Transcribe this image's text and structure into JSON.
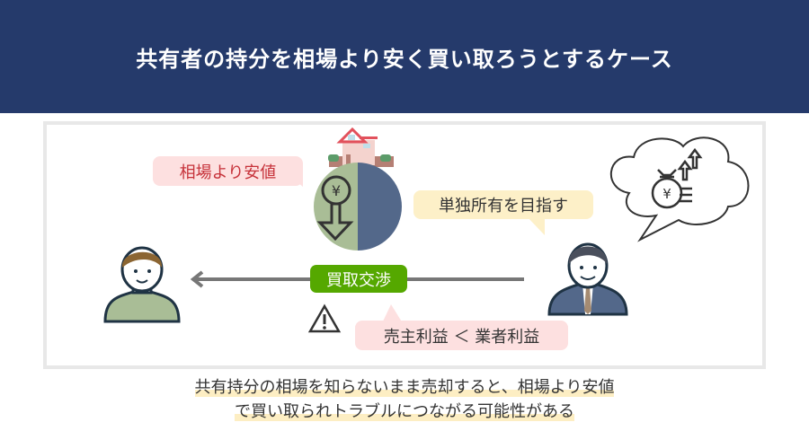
{
  "header": {
    "title": "共有者の持分を相場より安く買い取ろうとするケース"
  },
  "diagram": {
    "low_price_bubble": "相場より安値",
    "goal_bubble": "単独所有を目指す",
    "negotiation_badge": "買取交渉",
    "profit_bubble": "売主利益 ＜ 業者利益"
  },
  "caption": {
    "line1": "共有持分の相場を知らないまま売却すると、相場より安値",
    "line2": "で買い取られトラブルにつながる可能性がある"
  },
  "colors": {
    "header": "#253a6b",
    "badge": "#55a800",
    "pie_left": "#a9bd96",
    "pie_right": "#53688a"
  }
}
